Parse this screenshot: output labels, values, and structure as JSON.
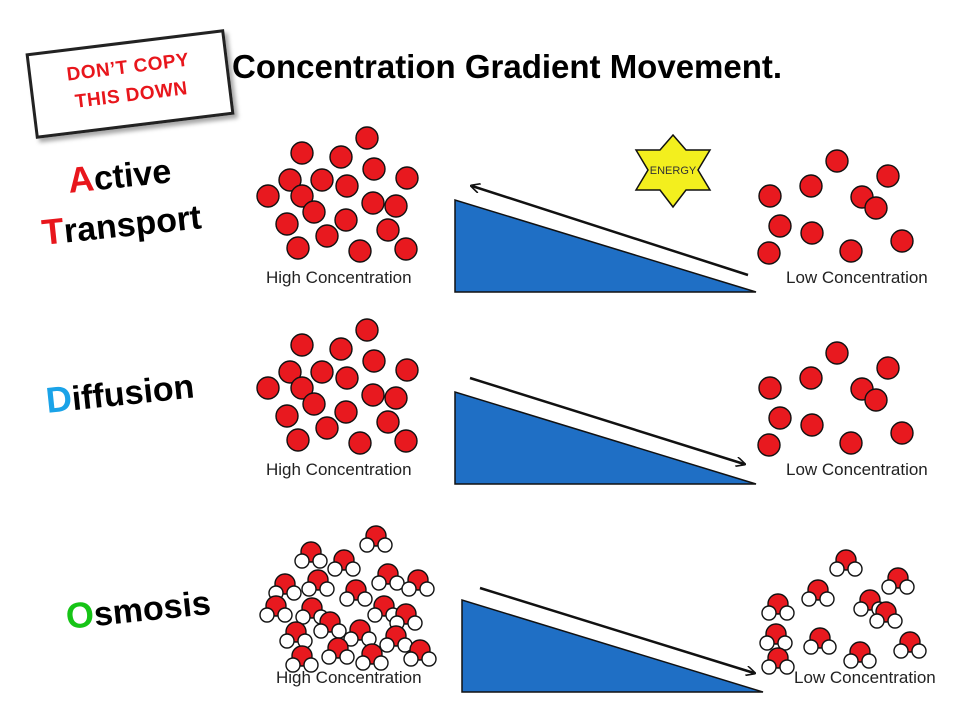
{
  "title": "Concentration Gradient Movement.",
  "stamp": {
    "line1": "DON’T COPY",
    "line2": "THIS DOWN"
  },
  "labels": {
    "active_initial1": "A",
    "active_rest1": "ctive",
    "active_initial2": "T",
    "active_rest2": "ransport",
    "diffusion_initial": "D",
    "diffusion_rest": "iffusion",
    "osmosis_initial": "O",
    "osmosis_rest": "smosis"
  },
  "energy_label": "ENERGY",
  "concentration": {
    "high": "High Concentration",
    "low": "Low Concentration"
  },
  "colors": {
    "stamp_text": "#e8161c",
    "active_initial": "#e8161c",
    "transport_initial": "#e8161c",
    "diffusion_initial": "#1aa3e8",
    "osmosis_initial": "#16c416",
    "particle": "#e8191f",
    "ramp": "#1f6fc5",
    "energy_star": "#f3ef1e"
  }
}
